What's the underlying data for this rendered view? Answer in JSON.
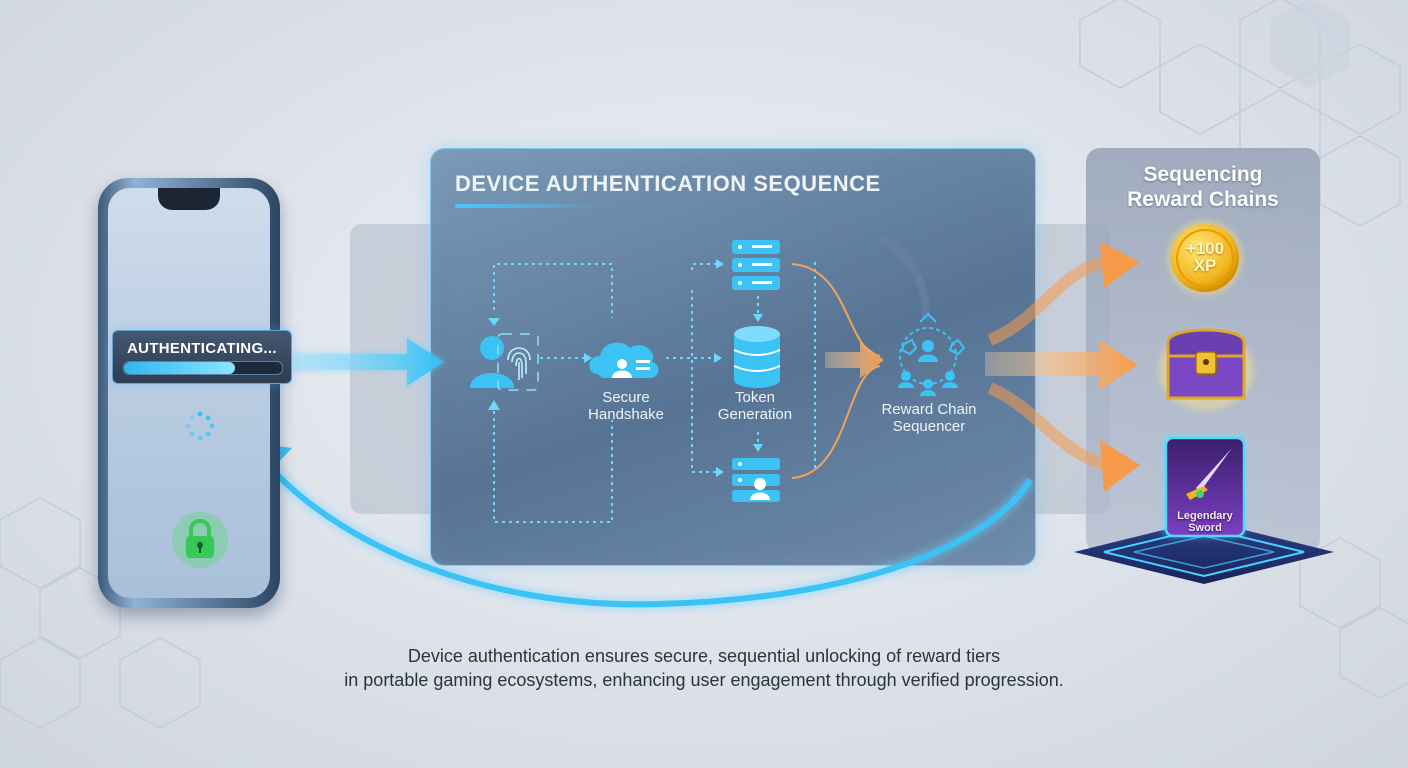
{
  "diagram": {
    "title": "DEVICE AUTHENTICATION SEQUENCE",
    "nodes": {
      "handshake_label": "Secure\nHandshake",
      "token_label": "Token\nGeneration",
      "sequencer_label": "Reward Chain\nSequencer"
    }
  },
  "phone": {
    "status_label": "AUTHENTICATING...",
    "progress_fraction": 0.7
  },
  "rewards": {
    "title": "Sequencing\nReward Chains",
    "xp_label": "+100\nXP",
    "sword_label": "Legendary\nSword"
  },
  "caption": {
    "line1": "Device authentication ensures secure, sequential unlocking of reward tiers",
    "line2": "in portable gaming ecosystems, enhancing user engagement through verified progression."
  },
  "colors": {
    "accent_cyan": "#49c6ff",
    "arrow_orange": "#f7a35c",
    "lock_green": "#3ddc5a",
    "coin_gold": "#f2b51d",
    "chest_purple": "#6a3fb0"
  },
  "icons": [
    "fingerprint-user-icon",
    "cloud-user-icon",
    "server-icon",
    "database-icon",
    "server-user-icon",
    "network-users-icon",
    "lock-icon",
    "spinner-icon",
    "xp-coin-icon",
    "treasure-chest-icon",
    "sword-card-icon"
  ]
}
